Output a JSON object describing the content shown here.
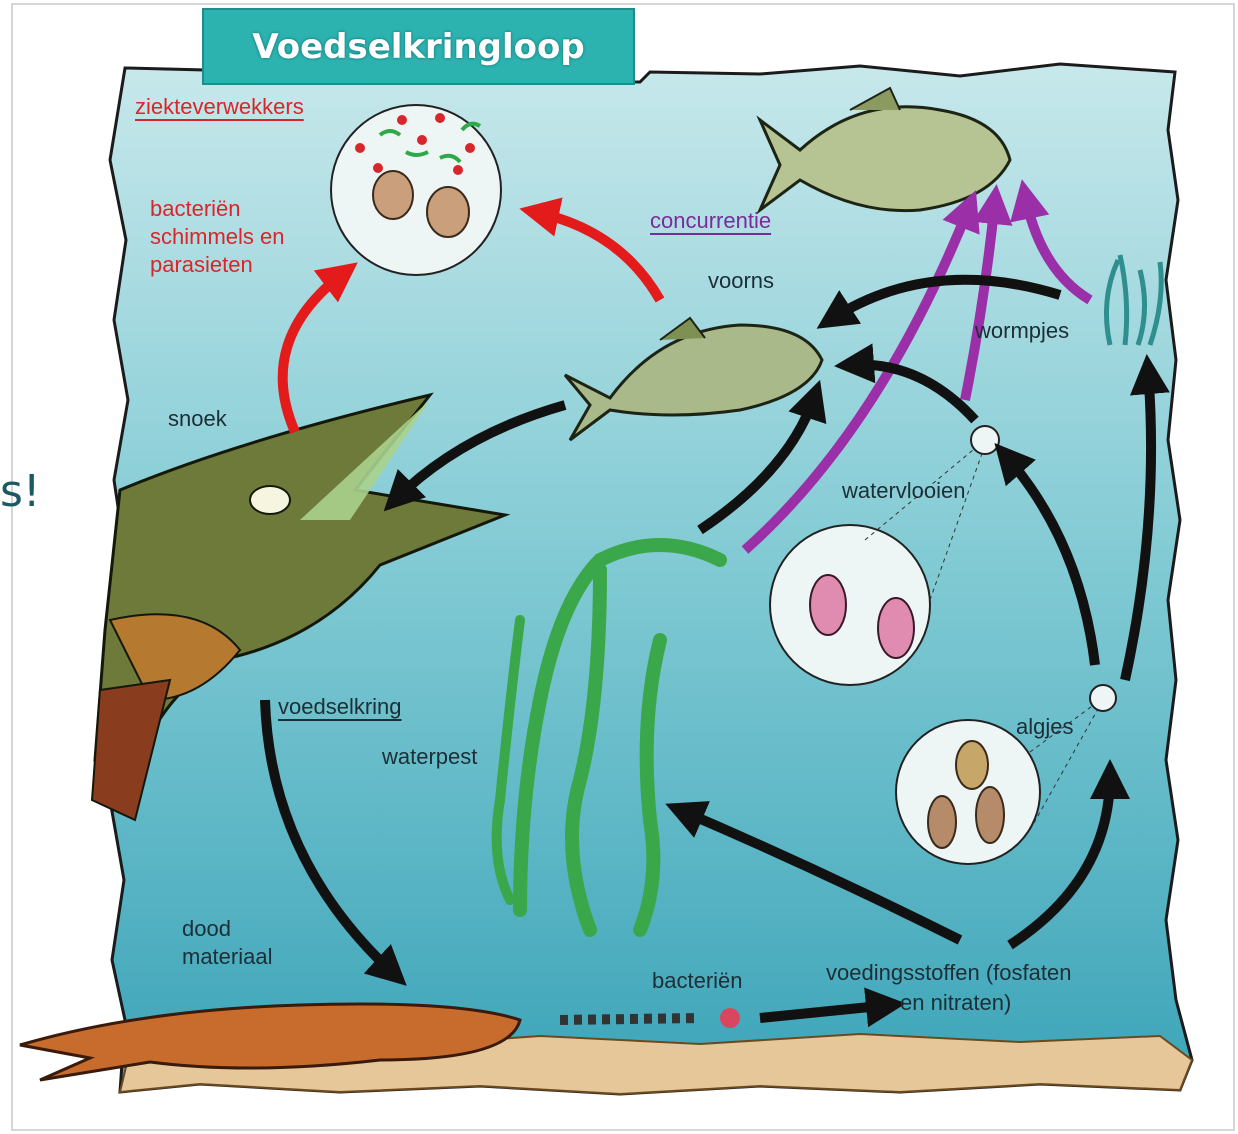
{
  "title": "Voedselkringloop",
  "side_text": "s!",
  "labels": {
    "pathogens": "ziekteverwekkers",
    "pathogens_list": [
      "bacteriën",
      "schimmels en",
      "parasieten"
    ],
    "competition": "concurrentie",
    "roach": "voorns",
    "pike": "snoek",
    "worms": "wormpjes",
    "water_fleas": "watervlooien",
    "food_cycle": "voedselkring",
    "waterweed": "waterpest",
    "algae": "algjes",
    "dead_matter": [
      "dood",
      "materiaal"
    ],
    "bacteria": "bacteriën",
    "nutrients": [
      "voedingsstoffen (fosfaten",
      "en nitraten)"
    ]
  },
  "colors": {
    "water_top": "#bfe4e8",
    "water_bottom": "#3fa9bc",
    "title_bg": "#2cb3b0",
    "red_text": "#d9262b",
    "purple_text": "#7a2b9c",
    "dark_text": "#1c2f36",
    "red_arrow": "#e41b1b",
    "purple_arrow": "#9b2fa8",
    "black_arrow": "#111111",
    "plant": "#3aa84a",
    "sand": "#e6c79a"
  }
}
